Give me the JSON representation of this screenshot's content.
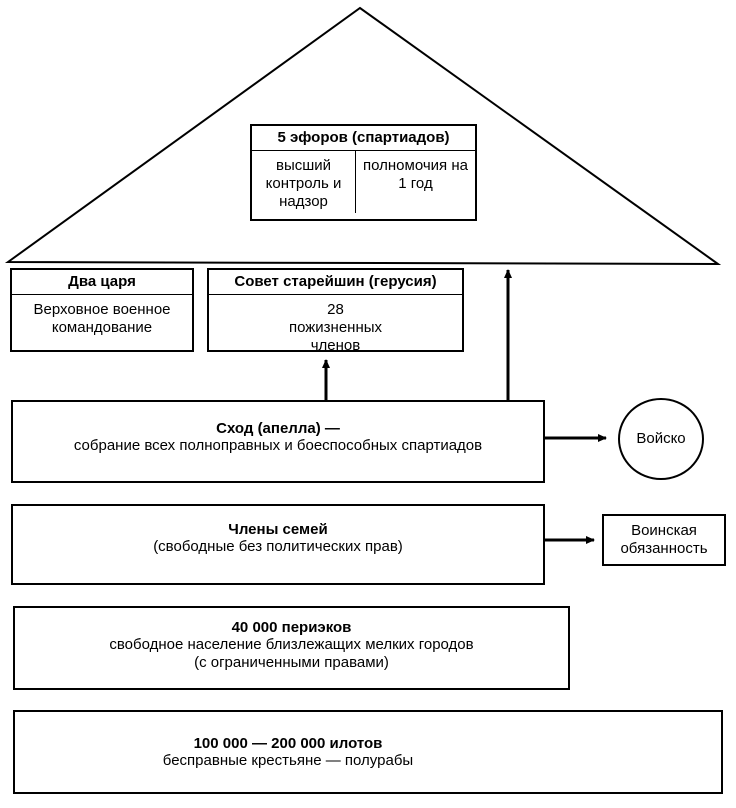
{
  "ephors": {
    "title": "5 эфоров (спартиадов)",
    "left_text": "высший контроль и надзор",
    "right_text": "полномочия на 1 год"
  },
  "kings": {
    "title": "Два царя",
    "text": "Верховное военное командование"
  },
  "gerousia": {
    "title": "Совет старейшин (герусия)",
    "text": "28 пожизненных членов"
  },
  "apella": {
    "title": "Сход (апелла) —",
    "text": "собрание всех полноправных и боеспособных спартиадов"
  },
  "army": {
    "label": "Войско"
  },
  "families": {
    "title": "Члены семей",
    "text": "(свободные без политических прав)"
  },
  "duty": {
    "label": "Воинская обязанность"
  },
  "perioeci": {
    "title": "40 000 периэков",
    "text": "свободное население близлежащих мелких городов",
    "text2": "(с ограниченными правами)"
  },
  "helots": {
    "title": "100 000 — 200 000 илотов",
    "text": "бесправные крестьяне — полурабы"
  }
}
